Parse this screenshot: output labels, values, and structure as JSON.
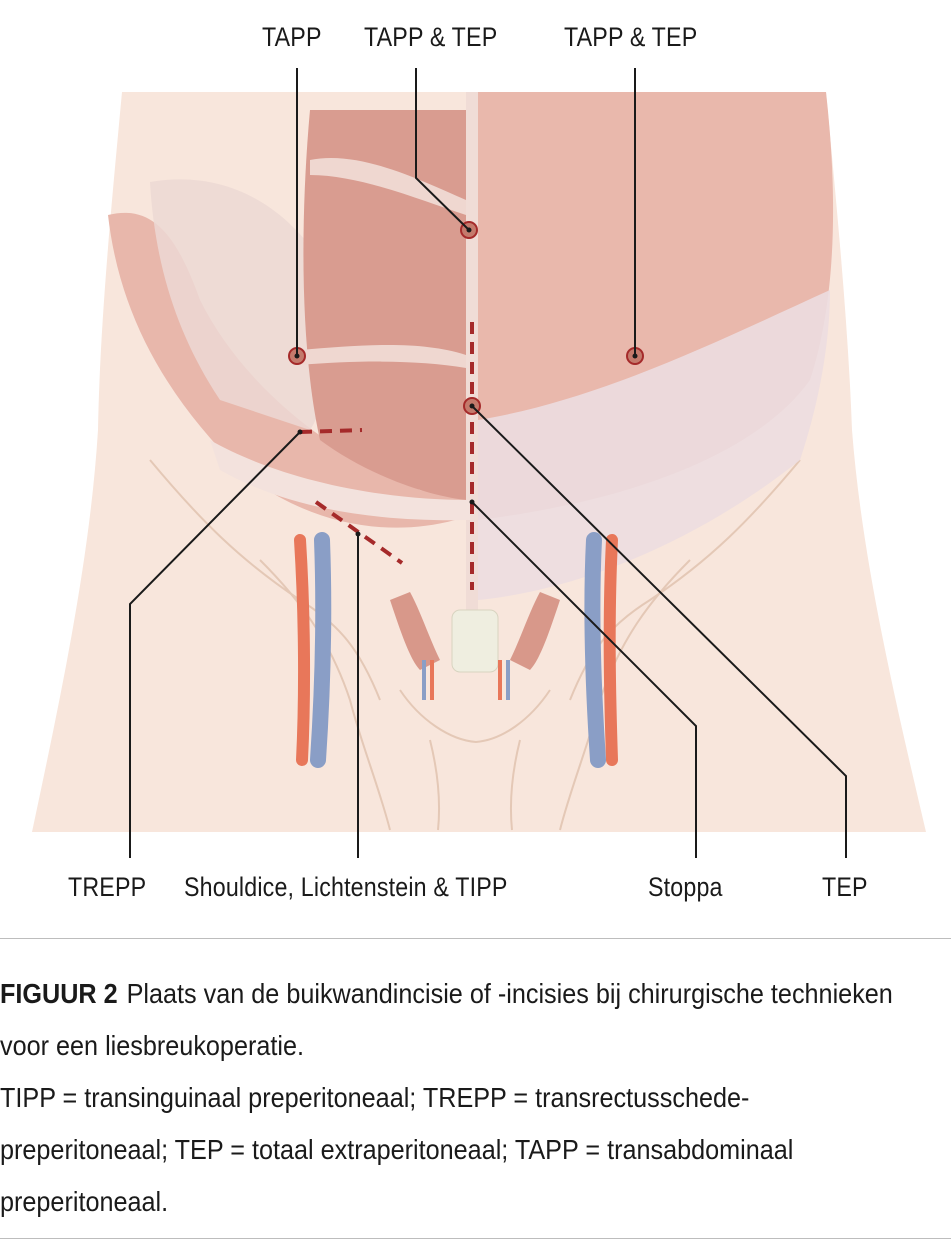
{
  "labels": {
    "top_left": "TAPP",
    "top_mid": "TAPP & TEP",
    "top_right": "TAPP & TEP",
    "bottom_1": "TREPP",
    "bottom_2": "Shouldice, Lichtenstein & TIPP",
    "bottom_3": "Stoppa",
    "bottom_4": "TEP"
  },
  "caption": {
    "figure_label": "FIGUUR 2",
    "text": "Plaats van de buikwandincisie of -incisies bij chirurgische technieken voor een liesbreukoperatie.",
    "abbreviations": "TIPP = transinguinaal preperitoneaal; TREPP = transrectusschede-preperitoneaal; TEP = totaal extraperitoneaal; TAPP = transabdominaal preperitoneaal."
  },
  "colors": {
    "skin": "#f8e6dc",
    "muscle": "#dc9f93",
    "incision": "#a52a2a",
    "artery": "#e8775a",
    "vein": "#8a9ec6",
    "leader_line": "#1a1a1a"
  }
}
